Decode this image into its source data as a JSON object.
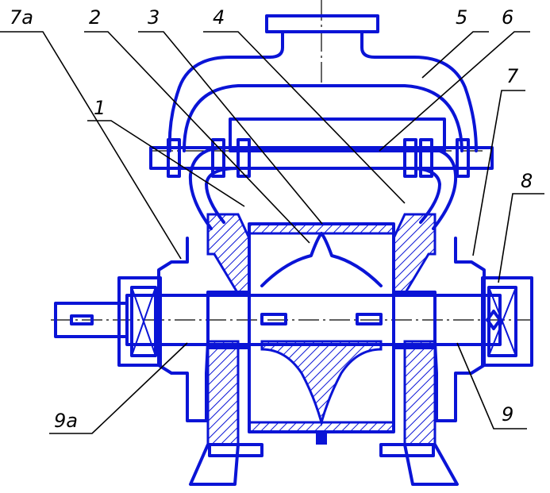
{
  "labels": {
    "l7a": "7а",
    "l2": "2",
    "l3": "3",
    "l4": "4",
    "l5": "5",
    "l6": "6",
    "l1": "1",
    "l7": "7",
    "l8": "8",
    "l9a": "9а",
    "l9": "9"
  },
  "colors": {
    "outline": "#0a14d6",
    "leader": "#000000",
    "background": "#ffffff"
  }
}
